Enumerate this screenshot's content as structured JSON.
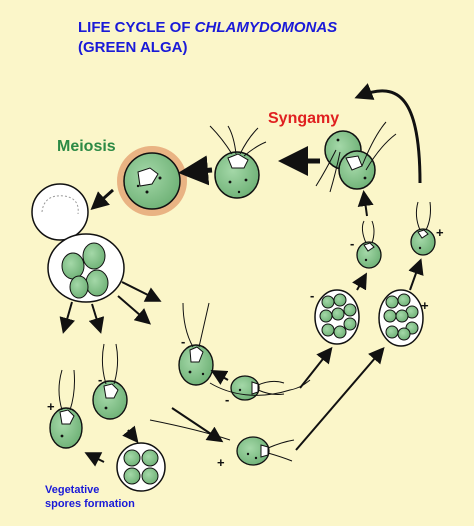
{
  "title": {
    "line1_prefix": "LIFE CYCLE OF ",
    "line1_italic": "CHLAMYDOMONAS",
    "line2": "(GREEN ALGA)"
  },
  "labels": {
    "syngamy": "Syngamy",
    "meiosis": "Meiosis",
    "vegetative_line1": "Vegetative",
    "vegetative_line2": "spores formation"
  },
  "mating_type_signs": {
    "plus": "+",
    "minus": "-"
  },
  "colors": {
    "background": "#fbf6c9",
    "cell_fill": "#7fbf86",
    "cell_outline": "#1a1a1a",
    "zygote_ring": "#e9b383",
    "title_color": "#1a1ad8",
    "syngamy_color": "#e02020",
    "meiosis_color": "#2c8a45",
    "vegetative_color": "#1a1ad8"
  }
}
